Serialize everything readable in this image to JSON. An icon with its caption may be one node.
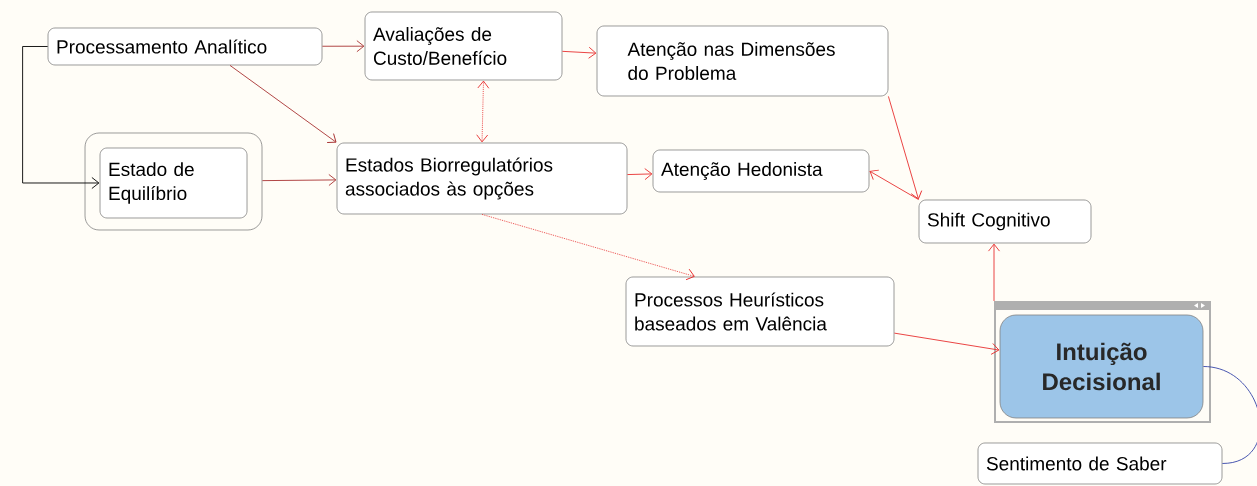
{
  "diagram": {
    "nodes": [
      {
        "text": [
          "Processamento Analítico"
        ]
      },
      {
        "text": [
          "Avaliações de Custo/Benefício"
        ]
      },
      {
        "text": [
          "Atenção nas Dimensões do Problema"
        ]
      },
      {
        "text": [],
        "shape": "box"
      },
      {
        "text": [
          "Estado de Equilíbrio"
        ],
        "in": 3
      },
      {
        "text": [
          "Estados Biorregulatórios associados às opções"
        ]
      },
      {
        "text": [
          "Atenção Hedonista"
        ]
      },
      {
        "text": [
          "Shift Cognitivo"
        ]
      },
      {
        "text": [
          "Processos Heurísticos baseados em Valência"
        ]
      },
      {
        "text": [],
        "shape": "box"
      },
      {
        "text": [
          "Intuição Decisional"
        ],
        "in": 9
      },
      {
        "text": [
          "Sentimento de Saber"
        ]
      }
    ],
    "edges": [
      {
        "from": 0,
        "to": 1,
        "arrow": "to",
        "color": "#a83232"
      },
      {
        "from": 0,
        "to": 5,
        "arrow": "to",
        "color": "#a83232"
      },
      {
        "from": 0,
        "to": 4,
        "arrow": "to",
        "color": "#000000"
      },
      {
        "from": 3,
        "to": 5,
        "arrow": "to",
        "color": "#a83232"
      },
      {
        "from": 1,
        "to": 5,
        "arrow": "both",
        "style": "dashed"
      },
      {
        "from": 1,
        "to": 2,
        "arrow": "to"
      },
      {
        "from": 5,
        "to": 6,
        "arrow": "to"
      },
      {
        "from": 5,
        "to": 8,
        "arrow": "to",
        "style": "dashed"
      },
      {
        "from": 2,
        "to": 7,
        "arrow": "to"
      },
      {
        "from": 7,
        "to": 6,
        "arrow": "to"
      },
      {
        "from": 9,
        "to": 7,
        "arrow": "to"
      },
      {
        "from": 8,
        "to": 10,
        "arrow": "to"
      },
      {
        "from": 10,
        "to": 11,
        "arrow": "none",
        "color": "#3444a8"
      }
    ]
  }
}
